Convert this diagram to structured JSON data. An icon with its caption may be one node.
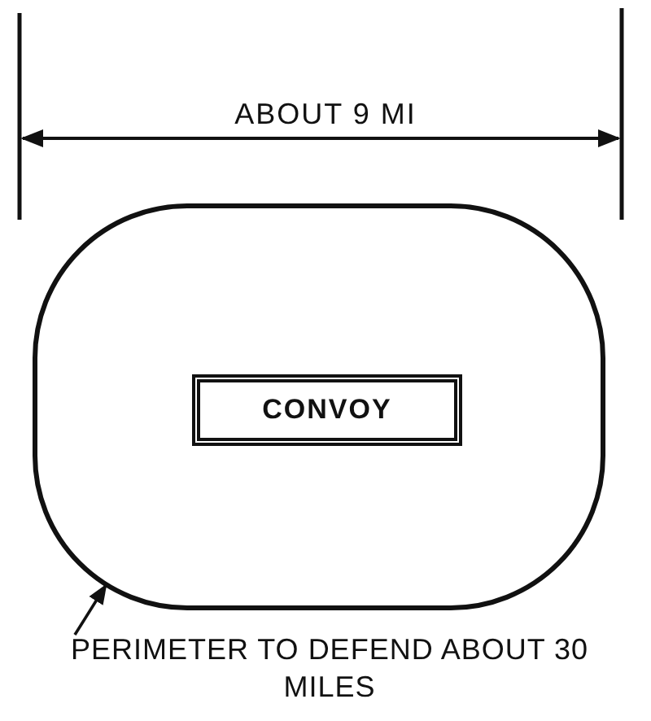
{
  "diagram": {
    "nodes": [
      {
        "text": [],
        "shape": "box"
      },
      {
        "text": [
          "CONVOY"
        ],
        "in": 0
      },
      {
        "text": [
          "PERIMETER TO DEFEND ABOUT 30 MILES"
        ]
      }
    ],
    "edges": [
      {
        "from": 2,
        "to": 0,
        "arrow": "to"
      }
    ],
    "labels": [
      "ABOUT 9 MI"
    ]
  }
}
